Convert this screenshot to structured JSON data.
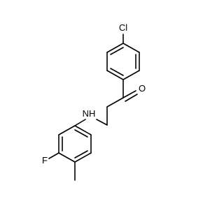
{
  "molecule": {
    "atom_labels": {
      "chlorine": "Cl",
      "oxygen": "O",
      "nitrogen": "NH",
      "fluorine": "F"
    },
    "colors": {
      "bond": "#000000",
      "label": "#000000",
      "background": "#ffffff"
    }
  }
}
